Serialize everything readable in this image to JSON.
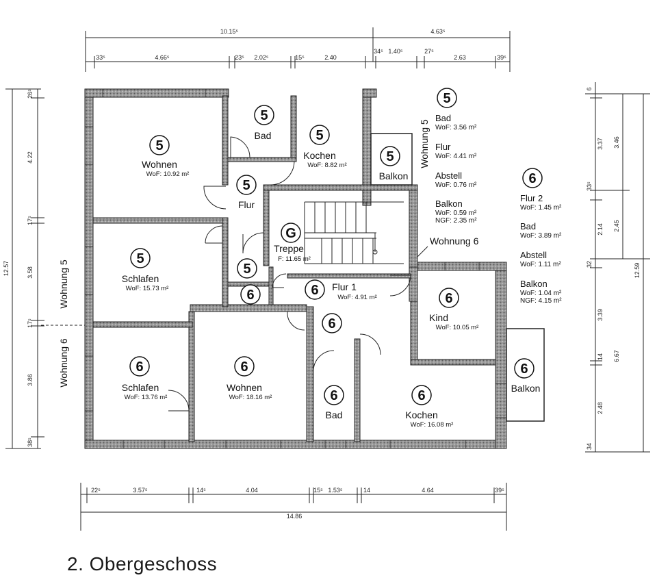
{
  "floor_title": "2. Obergeschoss",
  "dimensions": {
    "top_total_left": "10.15⁵",
    "top_total_right": "4.63⁵",
    "top_segments": [
      "33⁵",
      "4.66⁵",
      "23⁵",
      "2.02⁵",
      "15⁵",
      "2.40",
      "34⁵",
      "1.40⁵",
      "27⁵",
      "2.63",
      "39⁵"
    ],
    "bottom_segments": [
      "22⁵",
      "3.57⁵",
      "14⁵",
      "4.04",
      "15⁵",
      "1.53⁵",
      "14",
      "4.64",
      "39⁵"
    ],
    "bottom_total": "14.86",
    "left_segments": [
      "26⁵",
      "4.22",
      "17⁵",
      "3.58",
      "17⁵",
      "3.86",
      "38⁵"
    ],
    "left_total": "12.57",
    "right_inner": [
      "6",
      "3.37",
      "33⁵",
      "2.14",
      "32",
      "3.39",
      "14",
      "2.48",
      "34"
    ],
    "right_mid": [
      "3.46",
      "2.45",
      "6.67"
    ],
    "right_total": "12.59"
  },
  "labels": {
    "wohnung5_v_left": "Wohnung 5",
    "wohnung6_v_left": "Wohnung 6",
    "wohnung5_v_top": "Wohnung 5",
    "wohnung6_h": "Wohnung 6"
  },
  "rooms": {
    "wohnen5": {
      "num": "5",
      "name": "Wohnen",
      "area": "WoF: 10.92 m²"
    },
    "bad5": {
      "num": "5",
      "name": "Bad"
    },
    "kochen5": {
      "num": "5",
      "name": "Kochen",
      "area": "WoF: 8.82 m²"
    },
    "balkon5": {
      "num": "5",
      "name": "Balkon"
    },
    "flur5": {
      "num": "5",
      "name": "Flur"
    },
    "treppe": {
      "num": "G",
      "name": "Treppe",
      "area": "F: 11.65 m²"
    },
    "abstell5": {
      "num": "5"
    },
    "abstell6": {
      "num": "6"
    },
    "schlafen5": {
      "num": "5",
      "name": "Schlafen",
      "area": "WoF: 15.73 m²"
    },
    "flur1": {
      "num": "6",
      "name": "Flur 1",
      "area": "WoF: 4.91 m²"
    },
    "flur2": {
      "num": "6"
    },
    "kind6": {
      "num": "6",
      "name": "Kind",
      "area": "WoF: 10.05 m²"
    },
    "schlafen6": {
      "num": "6",
      "name": "Schlafen",
      "area": "WoF: 13.76 m²"
    },
    "wohnen6": {
      "num": "6",
      "name": "Wohnen",
      "area": "WoF: 18.16 m²"
    },
    "bad6": {
      "num": "6",
      "name": "Bad"
    },
    "kochen6": {
      "num": "6",
      "name": "Kochen",
      "area": "WoF: 16.08 m²"
    },
    "balkon6": {
      "num": "6",
      "name": "Balkon"
    }
  },
  "legend5": {
    "num": "5",
    "items": [
      {
        "name": "Bad",
        "area": "WoF: 3.56 m²"
      },
      {
        "name": "Flur",
        "area": "WoF: 4.41 m²"
      },
      {
        "name": "Abstell",
        "area": "WoF: 0.76 m²"
      },
      {
        "name": "Balkon",
        "area": "WoF: 0.59 m²",
        "area2": "NGF: 2.35 m²"
      }
    ]
  },
  "legend6": {
    "num": "6",
    "items": [
      {
        "name": "Flur 2",
        "area": "WoF: 1.45 m²"
      },
      {
        "name": "Bad",
        "area": "WoF: 3.89 m²"
      },
      {
        "name": "Abstell",
        "area": "WoF: 1.11 m²"
      },
      {
        "name": "Balkon",
        "area": "WoF: 1.04 m²",
        "area2": "NGF: 4.15 m²"
      }
    ]
  }
}
